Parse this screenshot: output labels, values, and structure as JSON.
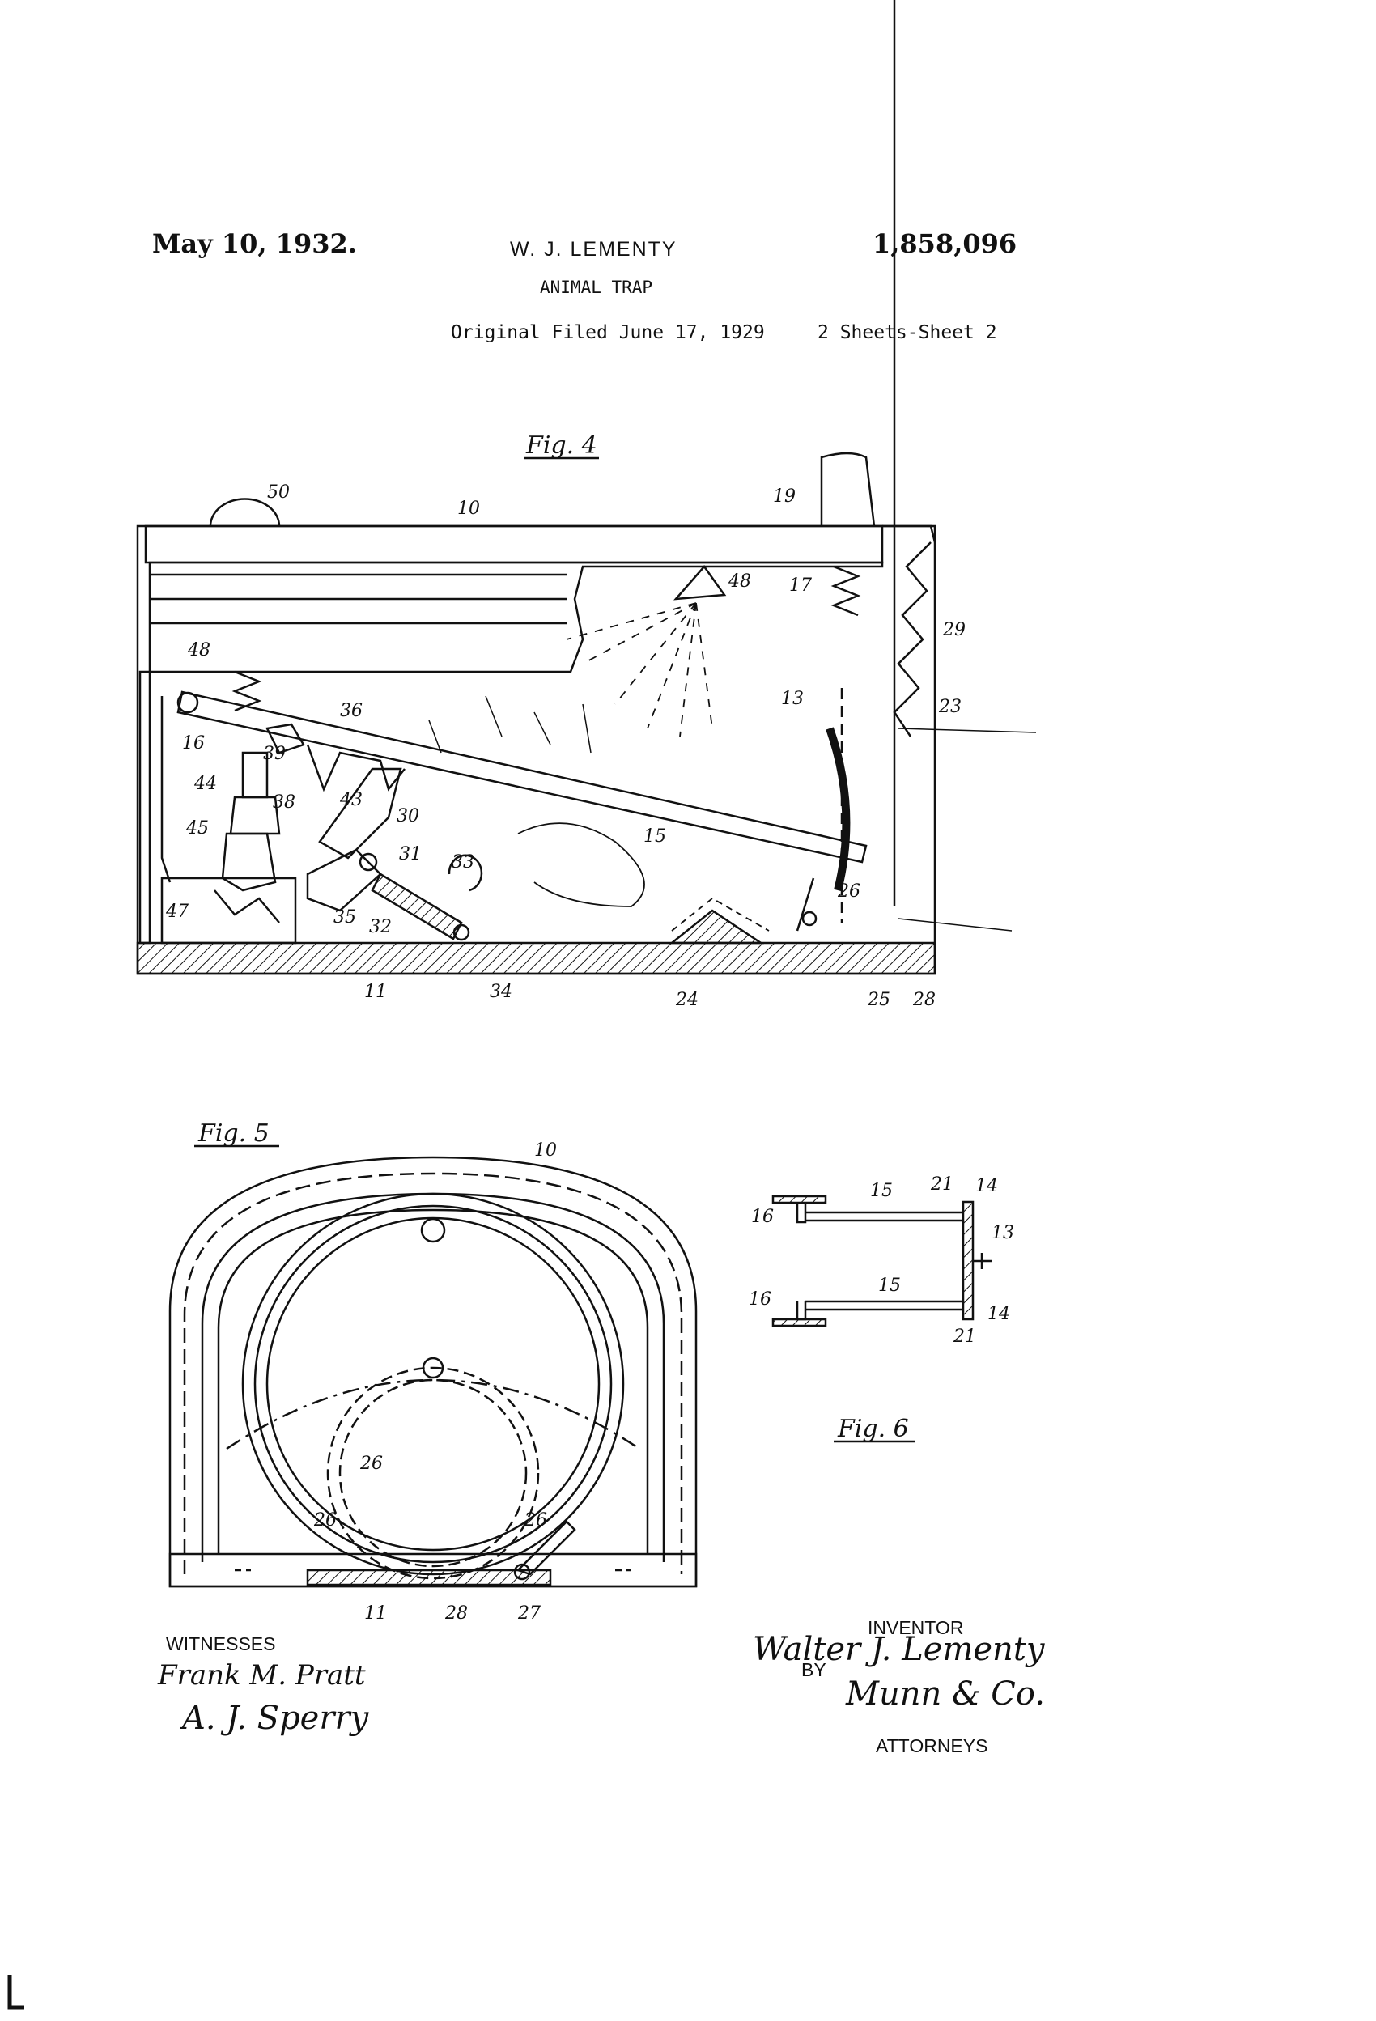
{
  "header": {
    "date": "May 10, 1932.",
    "inventor_name": "W. J. LEMENTY",
    "patent_number": "1,858,096",
    "title": "ANIMAL TRAP",
    "filed": "Original Filed June 17, 1929",
    "sheets": "2 Sheets-Sheet 2"
  },
  "figures": {
    "fig4": {
      "caption": "Fig. 4",
      "labels": [
        "50",
        "10",
        "19",
        "48",
        "17",
        "29",
        "48",
        "16",
        "36",
        "13",
        "23",
        "39",
        "44",
        "38",
        "43",
        "15",
        "45",
        "30",
        "31",
        "33",
        "47",
        "35",
        "32",
        "26",
        "11",
        "34",
        "24",
        "25",
        "28"
      ]
    },
    "fig5": {
      "caption": "Fig. 5",
      "labels": [
        "10",
        "26",
        "26",
        "26",
        "11",
        "28",
        "27"
      ]
    },
    "fig6": {
      "caption": "Fig. 6",
      "labels": [
        "15",
        "21",
        "14",
        "16",
        "13",
        "15",
        "16",
        "14",
        "21"
      ]
    }
  },
  "signatures": {
    "witnesses_label": "WITNESSES",
    "witness_1": "Frank M. Pratt",
    "witness_2": "A. J. Sperry",
    "inventor_label": "INVENTOR",
    "inventor_signature": "Walter J. Lementy",
    "by_label": "BY",
    "attorney_signature": "Munn & Co.",
    "attorneys_label": "ATTORNEYS"
  }
}
